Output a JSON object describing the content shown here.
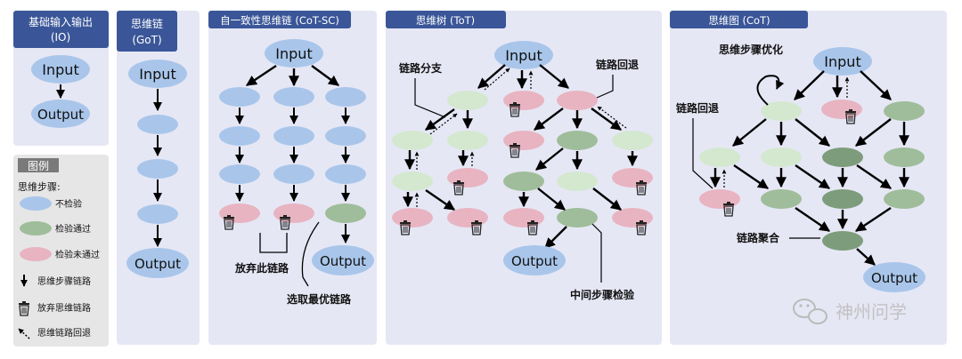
{
  "panels": {
    "io": {
      "title_lines": [
        "基础输入输出",
        "(IO)"
      ]
    },
    "got": {
      "title_lines": [
        "思维链",
        "(GoT)"
      ]
    },
    "cotsc": {
      "title": "自一致性思维链 (CoT-SC)"
    },
    "tot": {
      "title": "思维树 (ToT)"
    },
    "cot": {
      "title": "思维图 (CoT)"
    }
  },
  "nodes": {
    "input_label": "Input",
    "output_label": "Output"
  },
  "annotations": {
    "abandon_chain": "放弃此链路",
    "select_best_chain": "选取最优链路",
    "chain_branch": "链路分支",
    "chain_backtrack": "链路回退",
    "intermediate_check": "中间步骤检验",
    "step_optimization": "思维步骤优化",
    "chain_merge": "链路聚合"
  },
  "legend": {
    "title": "图例",
    "steps_label": "思维步骤:",
    "items": {
      "unchecked": "不检验",
      "passed": "检验通过",
      "failed": "检验未通过",
      "step_chain": "思维步骤链路",
      "abandon": "放弃思维链路",
      "backtrack": "思维链路回退"
    }
  },
  "colors": {
    "blue": "#a9c6ea",
    "green_pass": "#9fbd9a",
    "green_light": "#d3e8cf",
    "green_dark": "#7d9c7b",
    "pink": "#e8b4c1",
    "panel_bg": "#e6e7f5",
    "header_bg": "#3a5698"
  },
  "watermark": {
    "text": "神州问学",
    "icon": "wechat-icon"
  }
}
